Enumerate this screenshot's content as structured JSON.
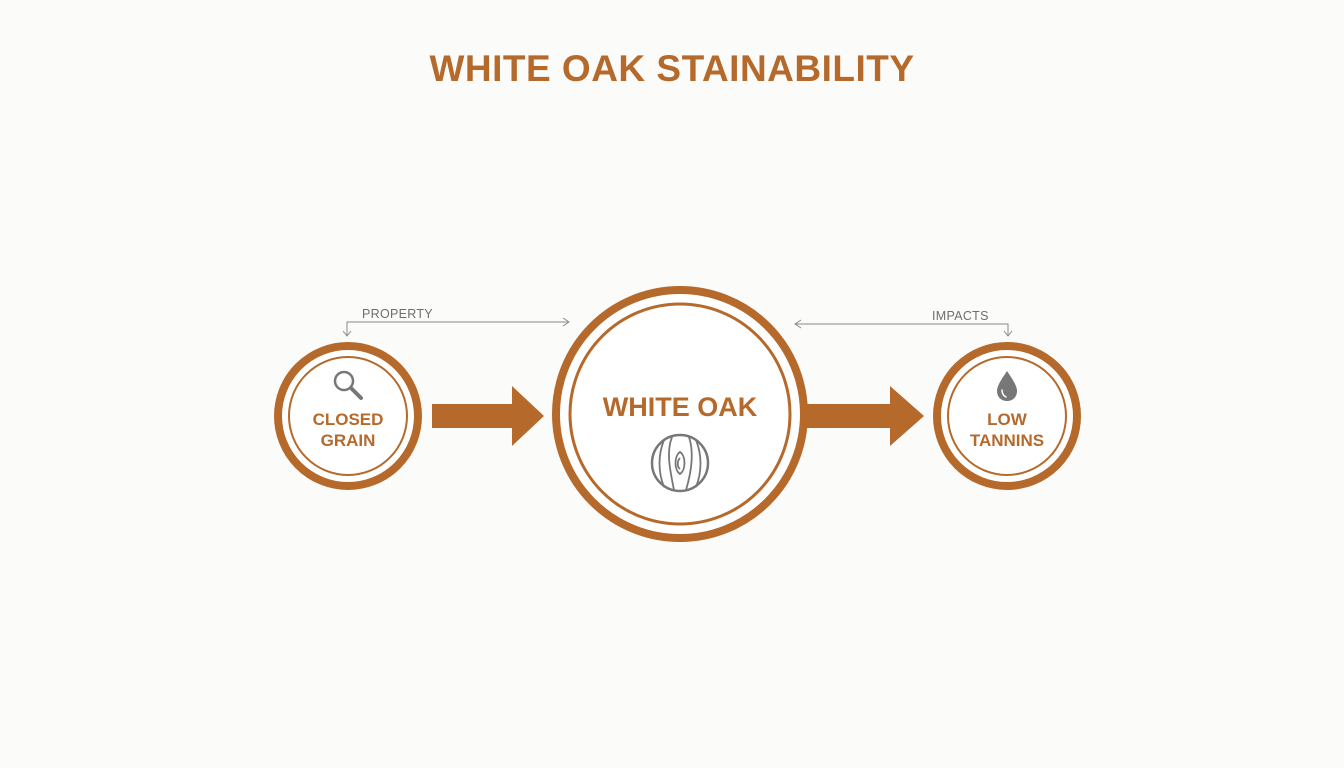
{
  "title": "WHITE OAK STAINABILITY",
  "colors": {
    "accent": "#b5692b",
    "icon_gray": "#777777",
    "connector_gray": "#8a8a8a",
    "background": "#fbfbfa"
  },
  "nodes": {
    "left": {
      "line1": "CLOSED",
      "line2": "GRAIN",
      "icon": "magnifier-icon"
    },
    "center": {
      "label": "WHITE OAK",
      "icon": "wood-grain-icon"
    },
    "right": {
      "line1": "LOW",
      "line2": "TANNINS",
      "icon": "water-drop-icon"
    }
  },
  "connectors": {
    "left_label": "PROPERTY",
    "right_label": "IMPACTS"
  }
}
